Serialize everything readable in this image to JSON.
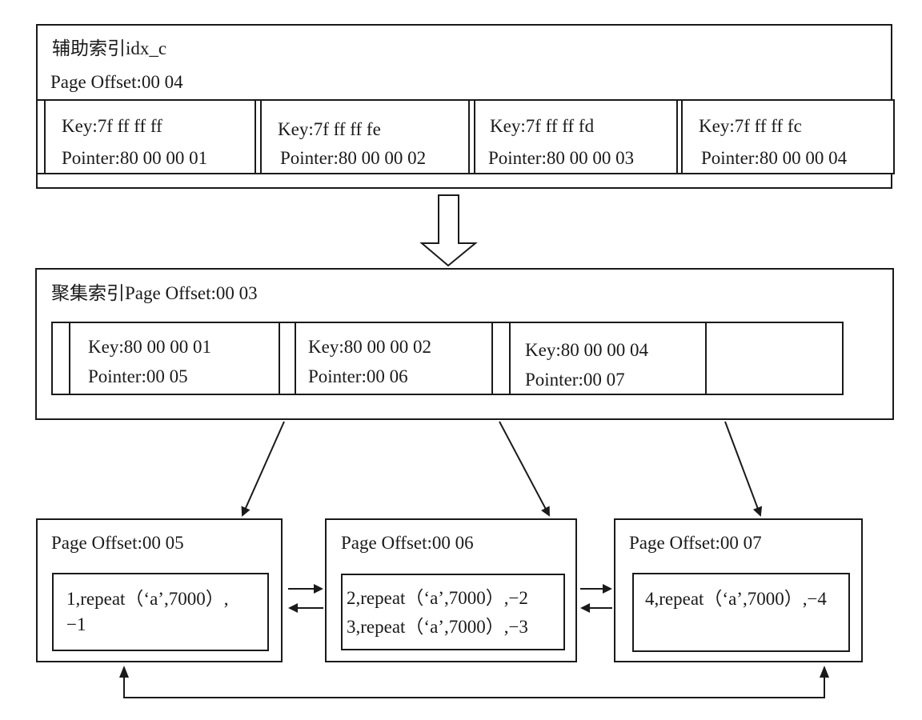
{
  "secondary": {
    "title": "辅助索引idx_c",
    "offset": "Page Offset:00 04",
    "entries": [
      {
        "key": "Key:7f ff ff ff",
        "pointer": "Pointer:80 00 00 01"
      },
      {
        "key": "Key:7f ff ff fe",
        "pointer": "Pointer:80 00 00 02"
      },
      {
        "key": "Key:7f ff ff fd",
        "pointer": "Pointer:80 00 00 03"
      },
      {
        "key": "Key:7f ff ff fc",
        "pointer": "Pointer:80 00 00 04"
      }
    ]
  },
  "clustered": {
    "title": "聚集索引Page Offset:00 03",
    "entries": [
      {
        "key": "Key:80 00 00 01",
        "pointer": "Pointer:00 05"
      },
      {
        "key": "Key:80 00 00 02",
        "pointer": "Pointer:00 06"
      },
      {
        "key": "Key:80 00 00 04",
        "pointer": "Pointer:00 07"
      }
    ]
  },
  "leaves": [
    {
      "title": "Page Offset:00 05",
      "rows": [
        "1,repeat（‘a’,7000）,",
        "−1"
      ]
    },
    {
      "title": "Page Offset:00 06",
      "rows": [
        "2,repeat（‘a’,7000）,−2",
        "3,repeat（‘a’,7000）,−3"
      ]
    },
    {
      "title": "Page Offset:00 07",
      "rows": [
        "4,repeat（‘a’,7000）,−4"
      ]
    }
  ]
}
